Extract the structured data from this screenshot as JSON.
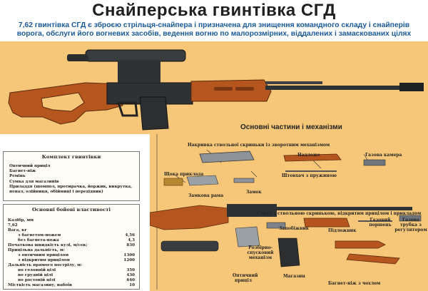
{
  "title": "Снайперська гвинтівка СГД",
  "subtitle": "7,62 гвинтівка СГД є зброєю стрільця-снайпера і призначена для знищення командного складу і снайперів ворога, обслуги його вогневих засобів, ведення вогню по малорозмірних, віддалених і замаскованих цілях",
  "parts_section": {
    "heading": "Основні частини і механізми",
    "labels": {
      "cover": "Накривка ствольної скриньки із зворотним механізмом",
      "handguard_top": "Надложе",
      "gas_chamber": "Газова камера",
      "buttplate": "Щока приклада",
      "piston_rod": "Штовхач з пружиною",
      "bolt_carrier": "Замкова рама",
      "bolt": "Замок",
      "barrel_receiver": "Ствол з ствольною скринькою, відкритим прицілом і прикладом",
      "fuse": "Запобіжник",
      "handguard": "Підложник",
      "gas_piston": "Газовий поршень",
      "gas_tube": "Газова трубка з регулятором",
      "trigger": "Розбірно-спусковий механізм",
      "magazine": "Магазин",
      "optical_sight": "Оптичний приціл",
      "bayonet": "Багнет-ніж з чохлом"
    }
  },
  "kit_panel": {
    "title": "Комплект гвинтівки",
    "items": [
      "Оптичний приціл",
      "Багнет-ніж",
      "Ремінь",
      "Сумка для магазинів",
      "Приладдя (шомпол, протирачка, йоржик, викрутка, пенал, олійниця, обіймиці і перехідник)"
    ]
  },
  "specs_panel": {
    "title": "Основні бойові властивості",
    "rows": [
      {
        "label": "Калібр, мм",
        "value": ""
      },
      {
        "label": "7,62",
        "value": ""
      },
      {
        "label": "Вага, кг",
        "value": ""
      },
      {
        "label": "з багнетом-ножем",
        "value": "4,56"
      },
      {
        "label": "без багнета-ножа",
        "value": "4,3"
      },
      {
        "label": "Початкова швидкість кулі, м/сек:",
        "value": "830"
      },
      {
        "label": "Прицільна дальність, м:",
        "value": ""
      },
      {
        "label": "з оптичним прицілом",
        "value": "1300"
      },
      {
        "label": "з відкритим прицілом",
        "value": "1200"
      },
      {
        "label": "Дальність прямого пострілу, м:",
        "value": ""
      },
      {
        "label": "по головній цілі",
        "value": "350"
      },
      {
        "label": "по грудній цілі",
        "value": "430"
      },
      {
        "label": "по ростовій цілі",
        "value": "640"
      },
      {
        "label": "Місткість магазину, набоїв",
        "value": "10"
      }
    ]
  },
  "colors": {
    "band": "#f6c779",
    "wood": "#b5561f",
    "metal": "#2f3235",
    "title_blue": "#1a5a9a"
  }
}
